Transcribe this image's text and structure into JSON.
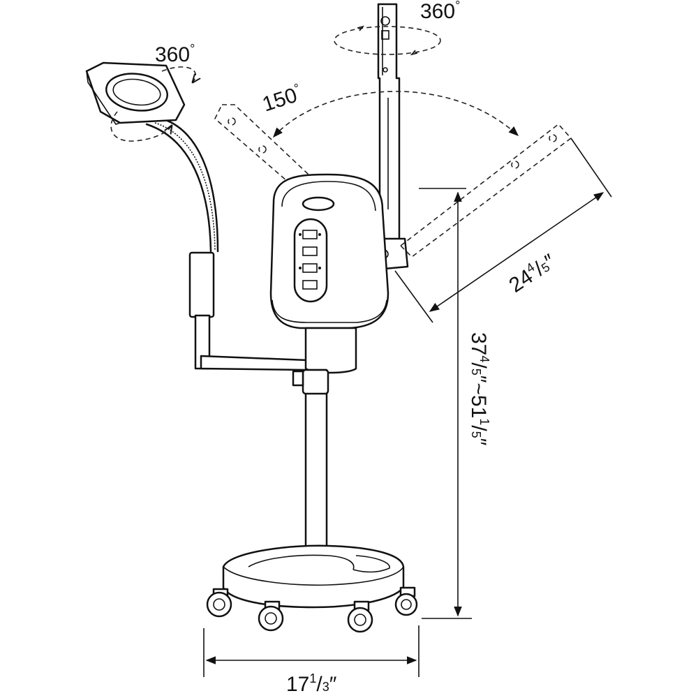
{
  "rotation_lamp": {
    "value": "360",
    "unit": "°"
  },
  "rotation_steamer": {
    "value": "360",
    "unit": "°"
  },
  "arm_swing": {
    "value": "150",
    "unit": "°"
  },
  "arm_length": {
    "whole": "24",
    "num": "4",
    "den": "5",
    "unit": "″"
  },
  "height_range": {
    "min_whole": "37",
    "min_num": "4",
    "min_den": "5",
    "sep": "″~",
    "max_whole": "51",
    "max_num": "1",
    "max_den": "5",
    "unit": "″"
  },
  "base_width": {
    "whole": "17",
    "num": "1",
    "den": "3",
    "unit": "″"
  }
}
